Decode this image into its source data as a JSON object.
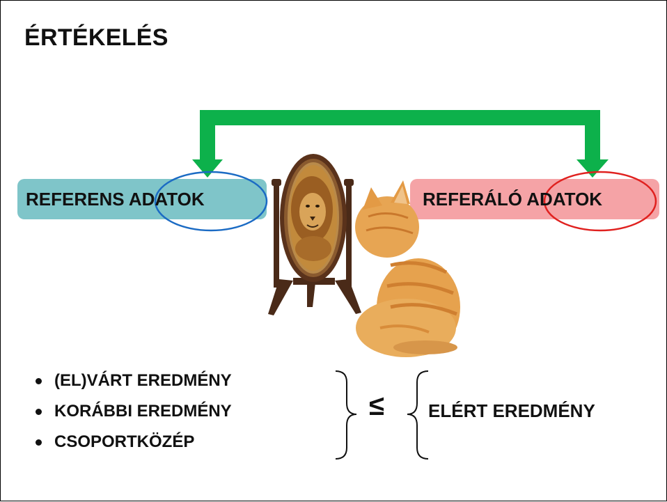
{
  "slide": {
    "title": "ÉRTÉKELÉS"
  },
  "reference": {
    "word1": "REFERENS",
    "word2": "ADATOK",
    "box_color": "#7fc5c9",
    "circle_color": "#1b6bc4"
  },
  "referring": {
    "word1": "REFERÁLÓ",
    "word2": "ADATOK",
    "box_color": "#f5a3a6",
    "circle_color": "#e0211f"
  },
  "arrow": {
    "color": "#0db14b"
  },
  "illustration": {
    "icon": "cat-in-mirror-sees-lion-illustration"
  },
  "comparison": {
    "items": [
      {
        "text": "(EL)VÁRT EREDMÉNY"
      },
      {
        "text": "KORÁBBI EREDMÉNY"
      },
      {
        "text": "CSOPORTKÖZÉP"
      }
    ],
    "operator": "≤",
    "result": "ELÉRT EREDMÉNY"
  }
}
